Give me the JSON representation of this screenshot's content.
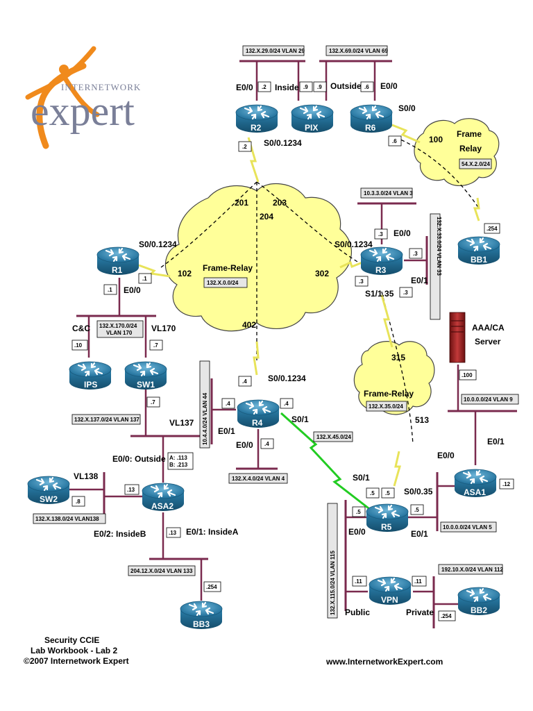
{
  "logo": {
    "line1": "INTERNETWORK",
    "line2": "expert"
  },
  "footer": {
    "line1": "Security CCIE",
    "line2": "Lab Workbook - Lab 2",
    "line3": "©2007 Internetwork Expert",
    "url": "www.InternetworkExpert.com"
  },
  "devices": {
    "r1": "R1",
    "r2": "R2",
    "r3": "R3",
    "r4": "R4",
    "r5": "R5",
    "r6": "R6",
    "pix": "PIX",
    "ips": "IPS",
    "sw1": "SW1",
    "sw2": "SW2",
    "asa1": "ASA1",
    "asa2": "ASA2",
    "vpn": "VPN",
    "bb1": "BB1",
    "bb2": "BB2",
    "bb3": "BB3"
  },
  "server": {
    "line1": "AAA/CA",
    "line2": "Server"
  },
  "clouds": {
    "main": {
      "name": "Frame-Relay",
      "subnet": "132.X.0.0/24",
      "dlci_201": "201",
      "dlci_203": "203",
      "dlci_204": "204",
      "dlci_102": "102",
      "dlci_302": "302",
      "dlci_402": "402"
    },
    "right": {
      "name1": "Frame",
      "name2": "Relay",
      "subnet": "54.X.2.0/24",
      "dlci": "100"
    },
    "lower": {
      "name": "Frame-Relay",
      "subnet": "132.X.35.0/24",
      "dlci_315": "315",
      "dlci_513": "513"
    }
  },
  "vlans": {
    "v29": "132.X.29.0/24 VLAN 29",
    "v69": "132.X.69.0/24 VLAN 69",
    "v3": "10.3.3.0/24 VLAN 3",
    "v33": "132.X.33.0/24 VLAN 33",
    "v170a": "132.X.170.0/24",
    "v170b": "VLAN 170",
    "v137": "132.X.137.0/24 VLAN 137",
    "v44": "10.4.4.0/24 VLAN 44",
    "v4": "132.X.4.0/24 VLAN 4",
    "v45": "132.X.45.0/24",
    "v9": "10.0.0.0/24 VLAN 9",
    "v5": "10.0.0.0/24 VLAN 5",
    "v138": "132.X.138.0/24 VLAN138",
    "v133": "204.12.X.0/24 VLAN 133",
    "v115": "132.X.115.0/24 VLAN 115",
    "v112": "192.10.X.0/24 VLAN 112"
  },
  "labels": {
    "r2_e00": "E0/0",
    "pix_inside": "Inside",
    "pix_outside": "Outside",
    "r6_e00": "E0/0",
    "r6_s00": "S0/0",
    "r2_s0": "S0/0.1234",
    "r1_s0": "S0/0.1234",
    "r1_e00": "E0/0",
    "r3_s0": "S0/0.1234",
    "r3_e00": "E0/0",
    "r3_e01": "E0/1",
    "r3_s1": "S1/1.35",
    "cc": "C&C",
    "vl170": "VL170",
    "vl137": "VL137",
    "vl138": "VL138",
    "r4_s0": "S0/0.1234",
    "r4_s01": "S0/1",
    "r4_e01": "E0/1",
    "r4_e00": "E0/0",
    "asa2_e00": "E0/0: Outside",
    "asa2_ab1": "A: .113",
    "asa2_ab2": "B: .213",
    "asa2_e02": "E0/2: InsideB",
    "asa2_e01": "E0/1: InsideA",
    "asa1_e00": "E0/0",
    "asa1_e01": "E0/1",
    "r5_s01": "S0/1",
    "r5_s0": "S0/0.35",
    "r5_e00": "E0/0",
    "r5_e01": "E0/1",
    "vpn_public": "Public",
    "vpn_private": "Private"
  },
  "ips": {
    "r2_2a": ".2",
    "pix_9a": ".9",
    "pix_9b": ".9",
    "r6_6a": ".6",
    "r2_2b": ".2",
    "r6_6b": ".6",
    "bb1_254": ".254",
    "r3_3a": ".3",
    "r3_3b": ".3",
    "r3_3c": ".3",
    "r3_3d": ".3",
    "r1_1a": ".1",
    "r1_1b": ".1",
    "ips_10": ".10",
    "sw1_7a": ".7",
    "sw1_7b": ".7",
    "r4_4a": ".4",
    "r4_4b": ".4",
    "r4_4c": ".4",
    "r4_4d": ".4",
    "srv_100": ".100",
    "asa1_12": ".12",
    "r5_5a": ".5",
    "r5_5b": ".5",
    "r5_5c": ".5",
    "r5_5d": ".5",
    "sw2_8": ".8",
    "asa2_13a": ".13",
    "asa2_13b": ".13",
    "bb3_254": ".254",
    "vpn_11a": ".11",
    "vpn_11b": ".11",
    "bb2_254": ".254"
  }
}
